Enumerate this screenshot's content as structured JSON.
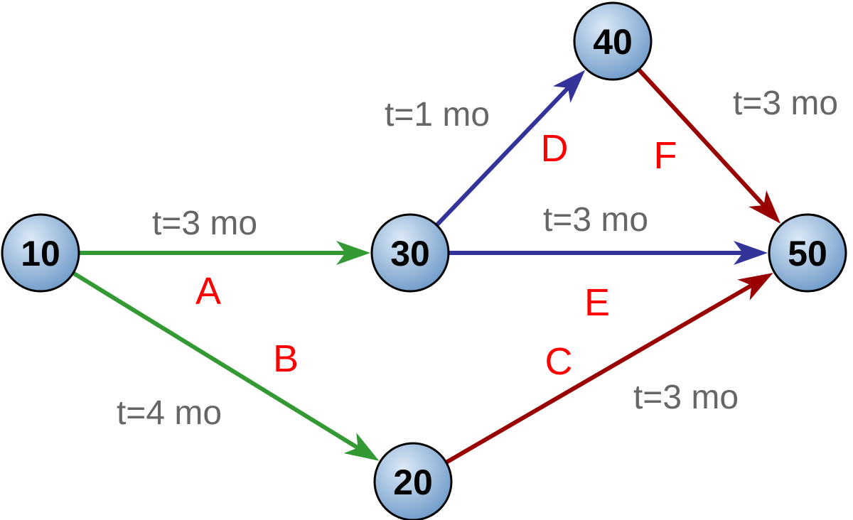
{
  "colors": {
    "node_fill_light": "#dce9f6",
    "node_fill_dark": "#6f9bc9",
    "node_stroke": "#000000",
    "green": "#339933",
    "blue": "#333399",
    "red": "#990000",
    "time_text": "#666666",
    "letter_text": "#ff0000"
  },
  "nodes": [
    {
      "id": "10",
      "label": "10"
    },
    {
      "id": "20",
      "label": "20"
    },
    {
      "id": "30",
      "label": "30"
    },
    {
      "id": "40",
      "label": "40"
    },
    {
      "id": "50",
      "label": "50"
    }
  ],
  "edges": [
    {
      "id": "A",
      "from": "10",
      "to": "30",
      "letter": "A",
      "duration": "t=3 mo",
      "color": "green"
    },
    {
      "id": "B",
      "from": "10",
      "to": "20",
      "letter": "B",
      "duration": "t=4 mo",
      "color": "green"
    },
    {
      "id": "C",
      "from": "20",
      "to": "50",
      "letter": "C",
      "duration": "t=3 mo",
      "color": "red"
    },
    {
      "id": "D",
      "from": "30",
      "to": "40",
      "letter": "D",
      "duration": "t=1 mo",
      "color": "blue"
    },
    {
      "id": "E",
      "from": "30",
      "to": "50",
      "letter": "E",
      "duration": "t=3 mo",
      "color": "blue"
    },
    {
      "id": "F",
      "from": "40",
      "to": "50",
      "letter": "F",
      "duration": "t=3 mo",
      "color": "red"
    }
  ]
}
